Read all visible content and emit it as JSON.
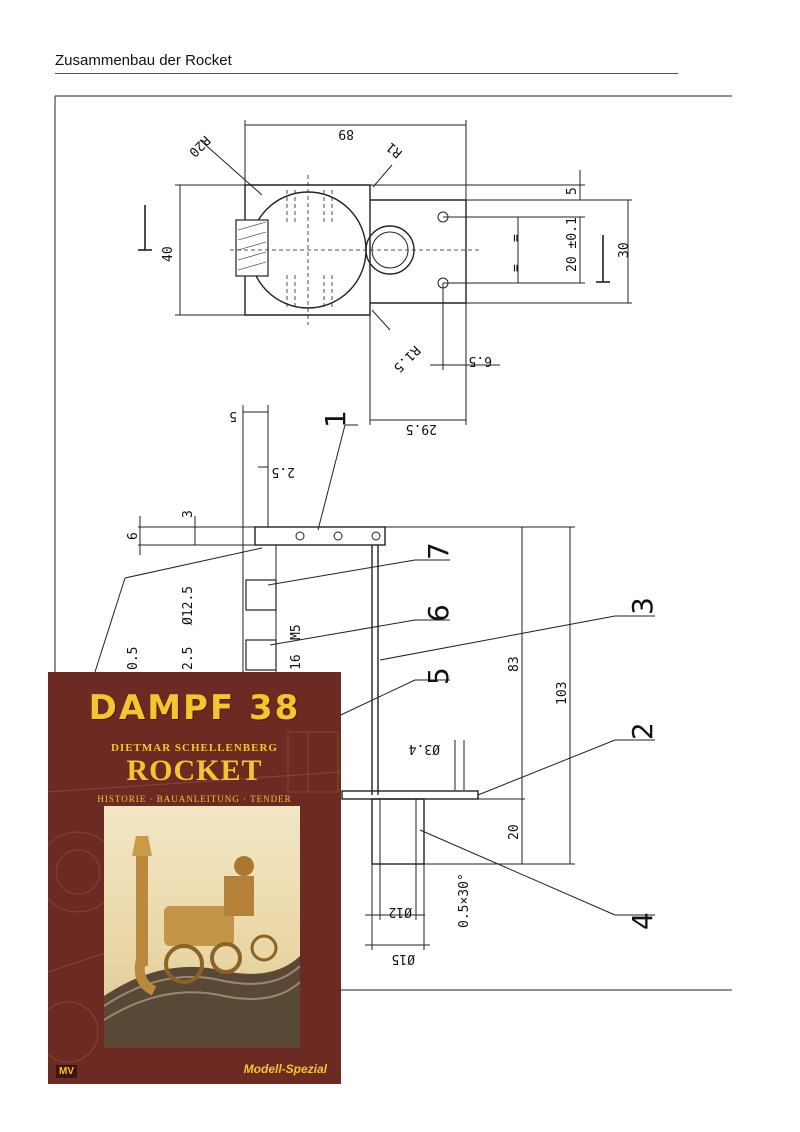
{
  "page": {
    "header_title": "Zusammenbau der Rocket"
  },
  "drawing": {
    "top_view": {
      "dim_width": "89",
      "dim_height": "40",
      "dim_height_right": "30",
      "dim_bore": "20 ±0.1",
      "dim_eq1": "=",
      "dim_eq2": "=",
      "dim_r20": "R20",
      "dim_r1": "R1",
      "dim_r15": "R1.5",
      "dim_5": "5",
      "dim_65": "6.5",
      "dim_295": "29.5"
    },
    "side_view": {
      "dim_5": "5",
      "dim_25a": "2.5",
      "dim_3": "3",
      "dim_6": "6",
      "dim_d125": "Ø12.5",
      "dim_m5": "M5",
      "dim_25b": "2.5",
      "dim_16": "16",
      "dim_05": "0.5",
      "dim_83": "83",
      "dim_103": "103",
      "dim_20": "20",
      "dim_d34": "Ø3.4",
      "dim_chamfer": "0.5×30°",
      "dim_d12": "Ø12",
      "dim_d15": "Ø15"
    },
    "part_numbers": [
      "1",
      "7",
      "6",
      "5",
      "3",
      "2",
      "4"
    ]
  },
  "cover": {
    "series": "DAMPF 38",
    "author": "DIETMAR SCHELLENBERG",
    "title": "ROCKET",
    "subtitle": "HISTORIE · BAUANLEITUNG · TENDER",
    "footer": "Modell-Spezial",
    "logo": "MV"
  },
  "colors": {
    "cover_background": "#6b2a22",
    "cover_text": "#f4c531"
  }
}
